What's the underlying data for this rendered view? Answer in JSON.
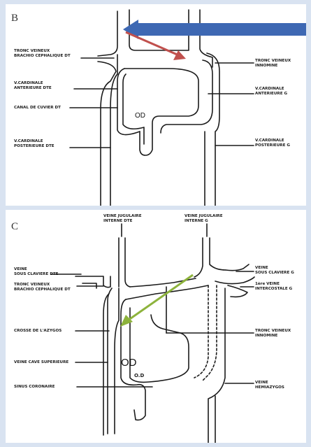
{
  "panel_b": {
    "letter": "B",
    "od_label": "OD",
    "labels": {
      "tronc_veineux_brachio": "TRONC VEINEUX\nBRACHIO CEPHALIQUE DT",
      "tronc_veineux_innomine": "TRONC VEINEUX\nINNOMINE",
      "v_cardinale_ant_dte": "V.CARDINALE\nANTERIEURE DTE",
      "canal_de_cuvier": "CANAL DE CUVIER DT",
      "v_cardinale_ant_g": "V.CARDINALE\nANTERIEURE G",
      "v_cardinale_post_dte": "V.CARDINALE\nPOSTERIEURE DTE",
      "v_cardinale_post_g": "V.CARDINALE\nPOSTERIEURE G"
    }
  },
  "panel_c": {
    "letter": "C",
    "od_label": "OD",
    "od_small": "O.D",
    "labels": {
      "veine_jugulaire_dte": "VEINE JUGULAIRE\nINTERNE DTE",
      "veine_jugulaire_g": "VEINE JUGULAIRE\nINTERNE G",
      "veine_sous_claviere_dte": "VEINE\nSOUS CLAVIERE DTE",
      "veine_sous_claviere_g": "VEINE\nSOUS CLAVIERE G",
      "tronc_veineux_brachio": "TRONC VEINEUX\nBRACHIO CEPHALIQUE DT",
      "veine_intercostale": "1ère VEINE\nINTERCOSTALE G",
      "crosse_azygos": "CROSSE DE L'AZYGOS",
      "tronc_veineux_innomine": "TRONC VEINEUX\nINNOMINE",
      "veine_cave_superieure": "VEINE CAVE SUPERIEURE",
      "sinus_coronaire": "SINUS CORONAIRE",
      "veine_hemiazygos": "VEINE\nHEMIAZYGOS"
    }
  },
  "colors": {
    "blue_arrow": "#3e68b3",
    "red_arrow": "#c0504d",
    "green_arrow": "#8db33c",
    "line": "#1a1a1a"
  }
}
